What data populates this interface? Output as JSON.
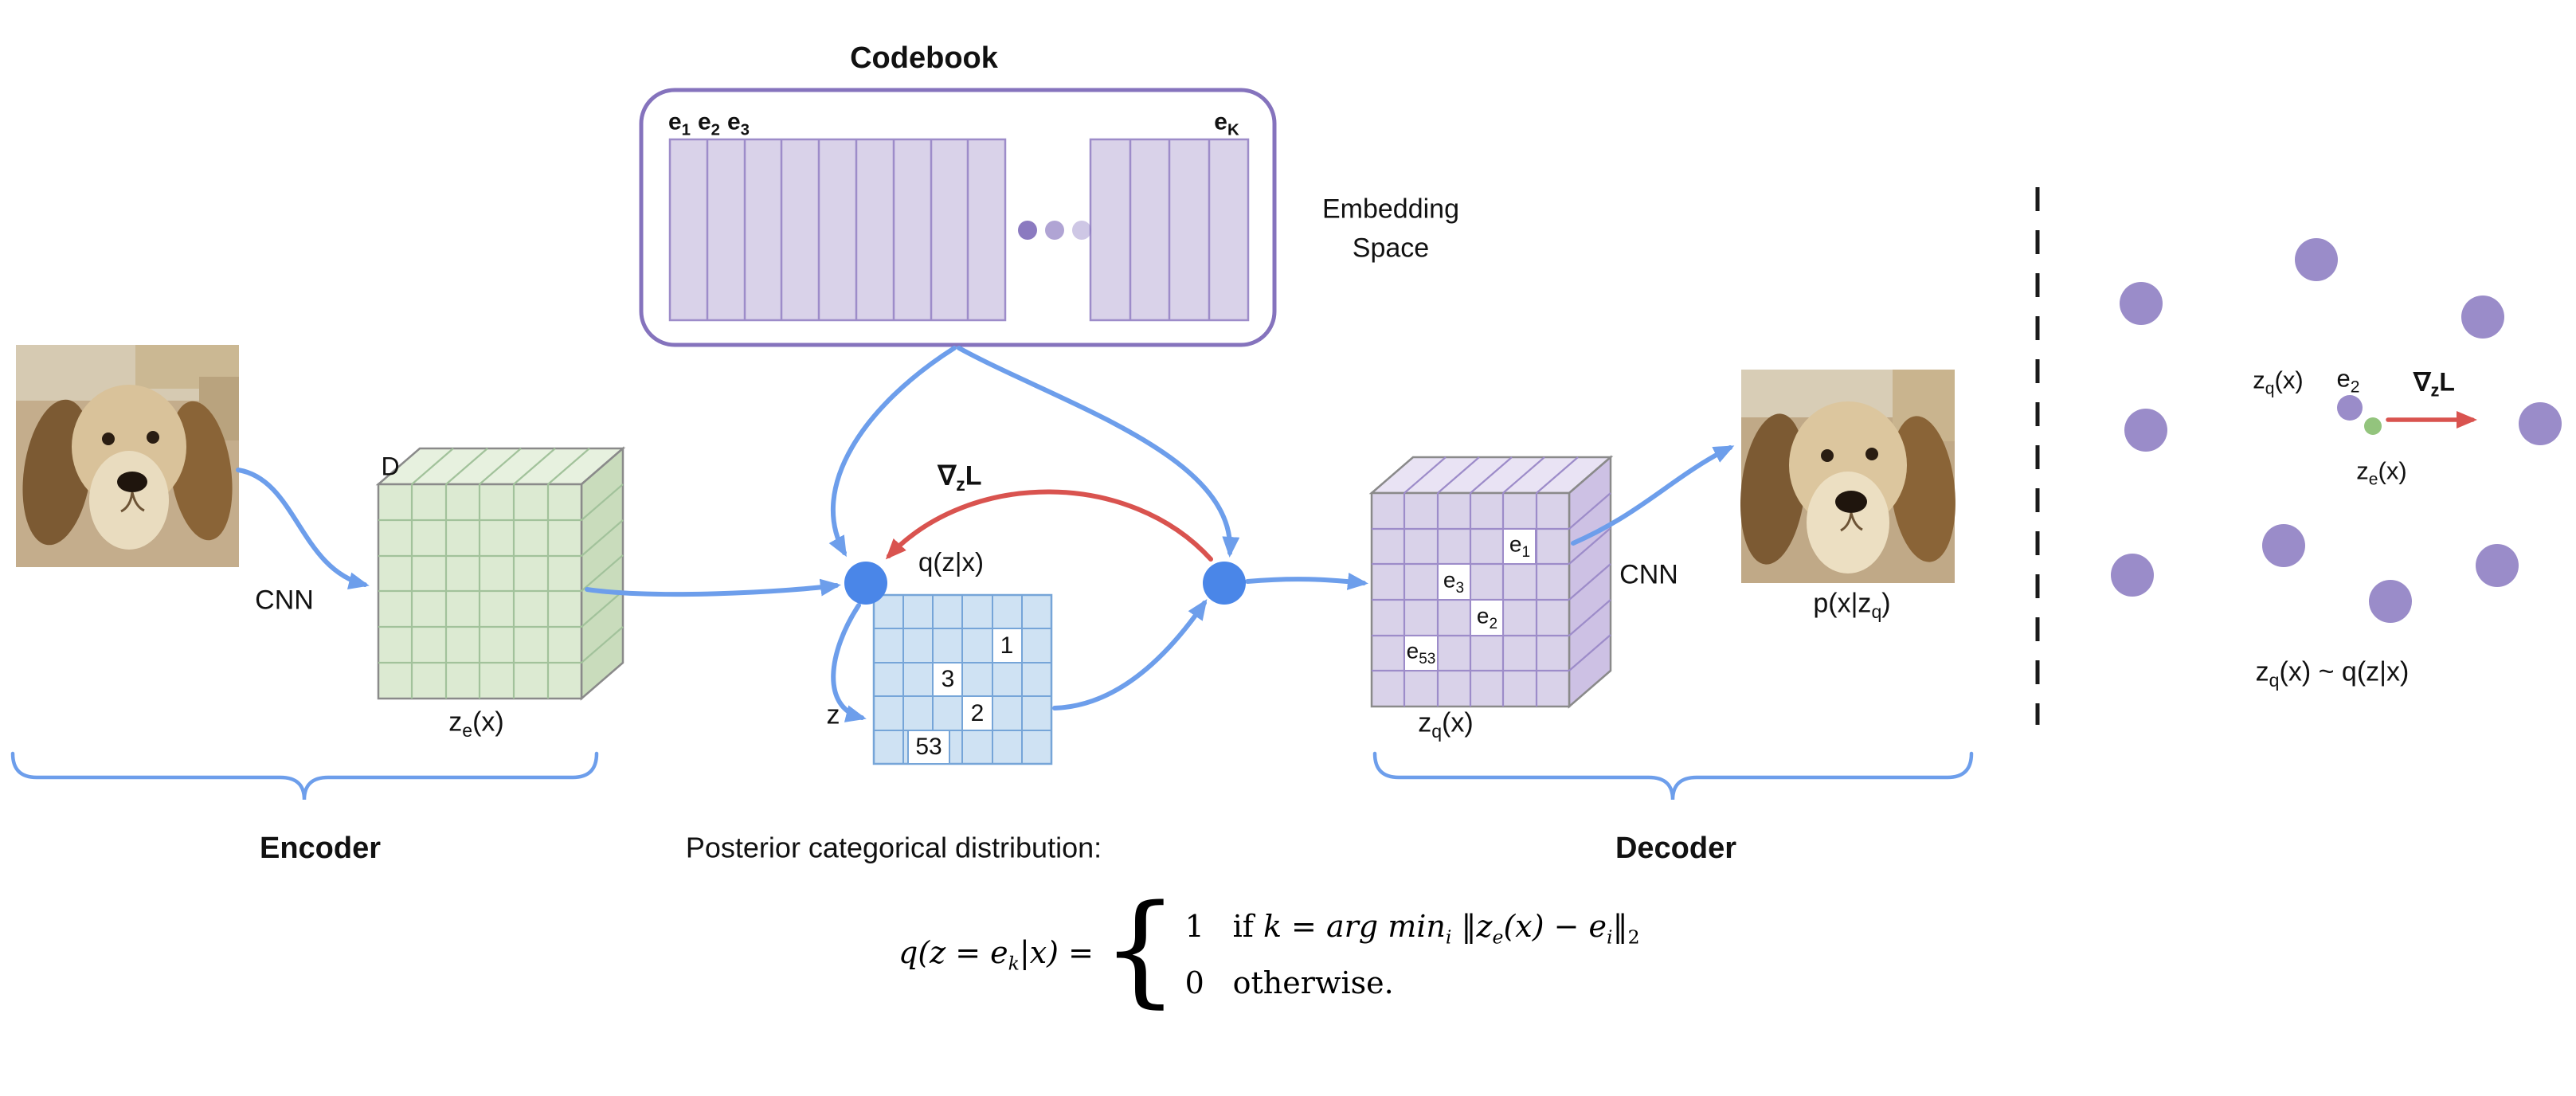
{
  "colors": {
    "arrow_blue": "#6d9eeb",
    "node_blue": "#4a86e8",
    "grad_red": "#d9534f",
    "purple_light": "#d9d2e9",
    "purple_mid": "#8573bd",
    "purple_line": "#9d8cc9",
    "green_light": "#dcead2",
    "green_line": "#a2c29b",
    "grid_blue_light": "#cfe2f3",
    "grid_blue_line": "#76a5d8",
    "dot_purple": "#9a8cc9",
    "dot_green": "#93c47d"
  },
  "codebook": {
    "title": "Codebook",
    "e1": {
      "base": "e",
      "sub": "1"
    },
    "e2": {
      "base": "e",
      "sub": "2"
    },
    "e3": {
      "base": "e",
      "sub": "3"
    },
    "eK": {
      "base": "e",
      "sub": "K"
    },
    "embedding_line1": "Embedding",
    "embedding_line2": "Space"
  },
  "encoder": {
    "cnn": "CNN",
    "depth": "D",
    "ze": {
      "base": "z",
      "sub": "e",
      "tail": "(x)"
    },
    "label": "Encoder"
  },
  "latent": {
    "q_title": "q(z|x)",
    "z": "z",
    "grad": {
      "base": "∇",
      "sub": "z",
      "tail": "L"
    },
    "cells": [
      "1",
      "3",
      "2",
      "53"
    ]
  },
  "decoder": {
    "zq": {
      "base": "z",
      "sub": "q",
      "tail": "(x)"
    },
    "cell_e1": {
      "base": "e",
      "sub": "1"
    },
    "cell_e3": {
      "base": "e",
      "sub": "3"
    },
    "cell_e2": {
      "base": "e",
      "sub": "2"
    },
    "cell_e53": {
      "base": "e",
      "sub": "53"
    },
    "cnn": "CNN",
    "p": {
      "base": "p(x|z",
      "sub": "q",
      "tail": ")"
    },
    "label": "Decoder"
  },
  "embedding_view": {
    "zq": {
      "base": "z",
      "sub": "q",
      "tail": "(x)"
    },
    "e2": {
      "base": "e",
      "sub": "2"
    },
    "grad": {
      "base": "∇",
      "sub": "z",
      "tail": "L"
    },
    "ze": {
      "base": "z",
      "sub": "e",
      "tail": "(x)"
    },
    "caption": {
      "base": "z",
      "sub": "q",
      "tail": "(x) ~ q(z|x)"
    }
  },
  "posterior": {
    "heading": "Posterior categorical distribution:",
    "lhs_a": "q(z = e",
    "lhs_sub": "k",
    "lhs_b": "|x) =",
    "brace": "{",
    "case1_value": "1",
    "case1_if": "if ",
    "case1_a": "k = arg min",
    "case1_sub_a": "i",
    "case1_b": " ‖z",
    "case1_sub_b": "e",
    "case1_c": "(x) − e",
    "case1_sub_c": "i",
    "case1_d": "‖",
    "case1_sub_d": "2",
    "case2_value": "0",
    "case2_text": "otherwise."
  }
}
